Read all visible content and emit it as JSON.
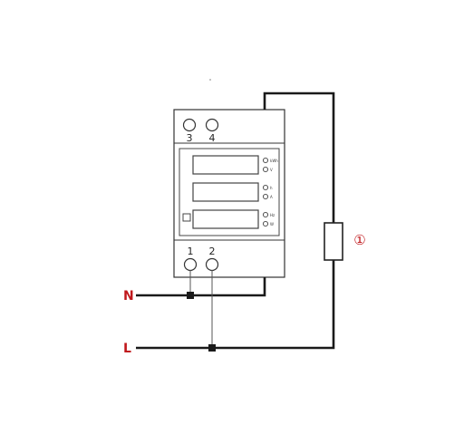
{
  "diagram": {
    "terminals_top": [
      "3",
      "4"
    ],
    "terminals_bottom": [
      "1",
      "2"
    ],
    "display_indicators": [
      [
        "kWh",
        "V"
      ],
      [
        "h",
        "A"
      ],
      [
        "Hz",
        "W"
      ]
    ],
    "lines": {
      "neutral": "N",
      "live": "L"
    },
    "load_marker": "①"
  },
  "colors": {
    "line_label": "#c0181c",
    "load_marker": "#c0181c",
    "wire": "#1a1a1a",
    "device_outline": "#333333"
  }
}
